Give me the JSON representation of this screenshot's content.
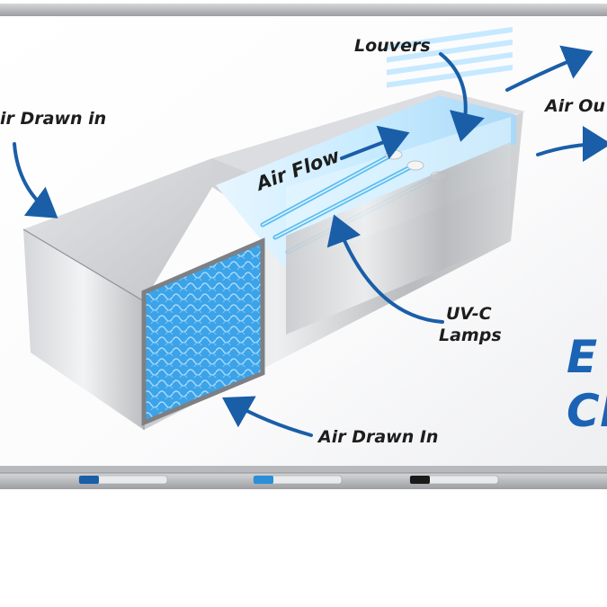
{
  "labels": {
    "air_drawn_in_top": "ir Drawn in",
    "louvers": "Louvers",
    "air_out": "Air Ou",
    "air_flow": "Air Flow",
    "uvc_line1": "UV-C",
    "uvc_line2": "Lamps",
    "air_drawn_in_bottom": "Air Drawn In",
    "partial_word_1": "E",
    "partial_word_2": "Cl"
  },
  "colors": {
    "arrow_blue": "#1a5ea8",
    "headline_blue": "#1b63b5",
    "filter_blue": "#3ba1e6",
    "frame_grey": "#a9aaac",
    "box_grey": "#c5c7ca",
    "uv_glow": "#bfe6ff"
  },
  "markers": [
    {
      "name": "blue-marker",
      "color": "#1a5ea8"
    },
    {
      "name": "light-blue-marker",
      "color": "#2a8fd6"
    },
    {
      "name": "black-marker",
      "color": "#1a1a1a"
    }
  ]
}
